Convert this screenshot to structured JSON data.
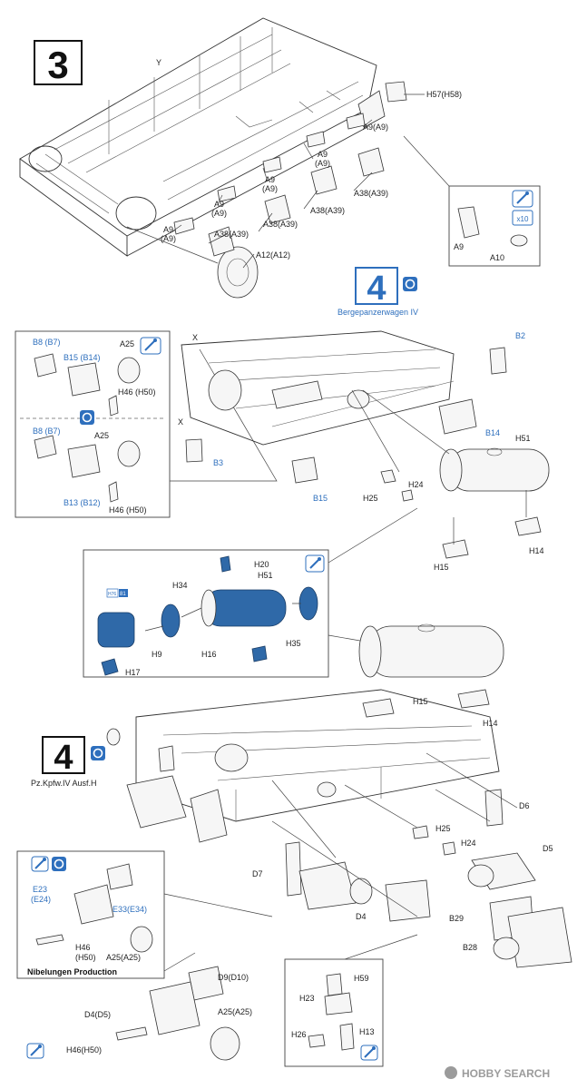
{
  "steps": {
    "step3": {
      "number": "3"
    },
    "step4a": {
      "number": "4",
      "caption": "Bergepanzerwagen IV"
    },
    "step4b": {
      "number": "4",
      "caption": "Pz.Kpfw.IV Ausf.H"
    }
  },
  "icons": {
    "glue": "glue-icon",
    "option": "option-icon",
    "count": "x10"
  },
  "labels": {
    "Y": "Y",
    "X": "X",
    "X2": "X",
    "H57": "H57(H58)",
    "A9_1": "A9(A9)",
    "A9_2": "A9",
    "A9_2b": "(A9)",
    "A9_3": "A9",
    "A9_3b": "(A9)",
    "A9_4": "A9",
    "A9_4b": "(A9)",
    "A9_5": "A9",
    "A9_5b": "(A9)",
    "A38_1": "A38(A39)",
    "A38_2": "A38(A39)",
    "A38_3": "A38(A39)",
    "A38_4": "A38(A39)",
    "A12": "A12(A12)",
    "inset_A9": "A9",
    "inset_A10": "A10",
    "B8a": "B8 (B7)",
    "A25a": "A25",
    "B15a": "B15 (B14)",
    "H46a": "H46 (H50)",
    "B8b": "B8 (B7)",
    "A25b": "A25",
    "B13": "B13 (B12)",
    "H46b": "H46 (H50)",
    "B2": "B2",
    "B14": "B14",
    "H51": "H51",
    "B3": "B3",
    "B15": "B15",
    "H25": "H25",
    "H24": "H24",
    "H14": "H14",
    "H15": "H15",
    "H20": "H20",
    "H34": "H34",
    "H51b": "H51",
    "H35": "H35",
    "H9": "H9",
    "H17": "H17",
    "H16": "H16",
    "sprue_tag": "H76",
    "sprue_tag2": "81",
    "H15b": "H15",
    "H14b": "H14",
    "D6": "D6",
    "H25b": "H25",
    "H24b": "H24",
    "D5": "D5",
    "D7": "D7",
    "D4": "D4",
    "B29": "B29",
    "B28": "B28",
    "E23": "E23",
    "E24": "(E24)",
    "E33": "E33(E34)",
    "H46c": "H46",
    "H50c": "(H50)",
    "A25c": "A25(A25)",
    "nibelungen": "Nibelungen Production",
    "D9": "D9(D10)",
    "D4D5": "D4(D5)",
    "A25d": "A25(A25)",
    "H46d": "H46(H50)",
    "H59": "H59",
    "H23": "H23",
    "H13": "H13",
    "H26": "H26"
  },
  "watermark": {
    "brand": "HOBBY SEARCH",
    "logo": "logo-icon"
  },
  "colors": {
    "accent_blue": "#2e6fbd",
    "part_blue": "#2f69a8"
  }
}
